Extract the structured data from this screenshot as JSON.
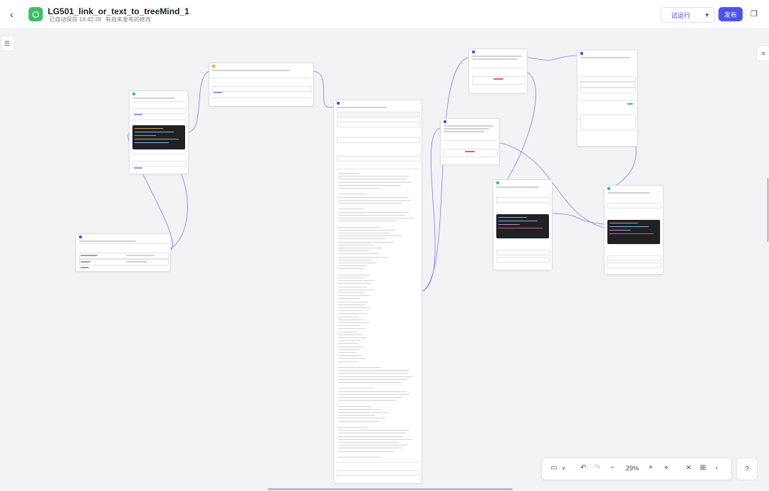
{
  "header": {
    "back_icon": "chevron-left-icon",
    "app_icon": "workflow-icon",
    "title": "LG501_link_or_text_to_treeMind_1",
    "autosave": "已自动保存 18:42:28",
    "unpublished": "有尚未发布的修改",
    "run_button": "试运行",
    "publish_button": "发布",
    "accent_color": "#4d53e8",
    "success_color": "#2bb55a"
  },
  "toolbar": {
    "zoom": "29%",
    "icons": [
      "minimap-icon",
      "chevron-down-icon",
      "undo-icon",
      "redo-icon",
      "zoom-out-icon",
      "zoom-in-icon",
      "fit-view-icon",
      "collapse-icon",
      "layout-icon",
      "back-icon"
    ],
    "help_icon": "help-icon"
  },
  "canvas": {
    "node_panel_icon": "document-icon",
    "right_panel_icon": "list-icon"
  }
}
